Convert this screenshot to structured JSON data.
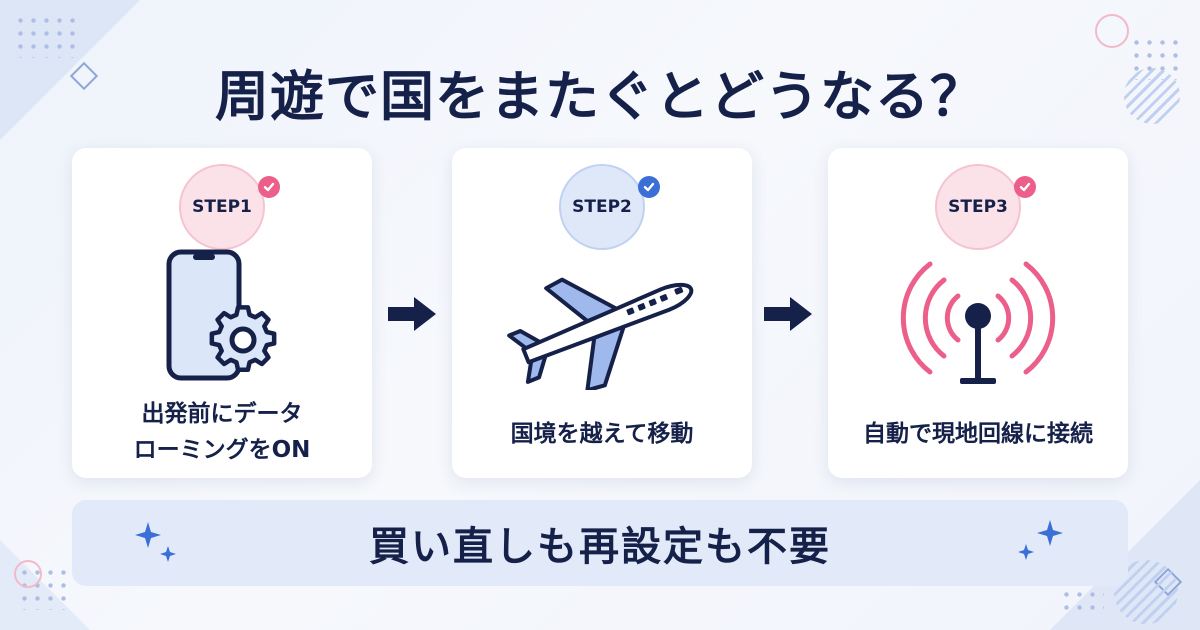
{
  "title": "周遊で国をまたぐとどうなる？",
  "steps": [
    {
      "label": "STEP1",
      "text_lines": [
        "出発前にデータ",
        "ローミングをON"
      ],
      "badge_color": "#fbe1e8",
      "check_color": "#ec5f8b",
      "icon": "smartphone-settings-icon"
    },
    {
      "label": "STEP2",
      "text_lines": [
        "国境を越えて移動"
      ],
      "badge_color": "#dfe8f9",
      "check_color": "#3b6fd6",
      "icon": "airplane-icon"
    },
    {
      "label": "STEP3",
      "text_lines": [
        "自動で現地回線に接続"
      ],
      "badge_color": "#fbe1e8",
      "check_color": "#ec5f8b",
      "icon": "signal-antenna-icon"
    }
  ],
  "banner": {
    "text": "買い直しも再設定も不要"
  },
  "colors": {
    "navy": "#16214a",
    "pink": "#ec5f8b",
    "blue": "#3b6fd6",
    "light_blue": "#c9daf5",
    "banner_bg": "#e2eafa"
  }
}
